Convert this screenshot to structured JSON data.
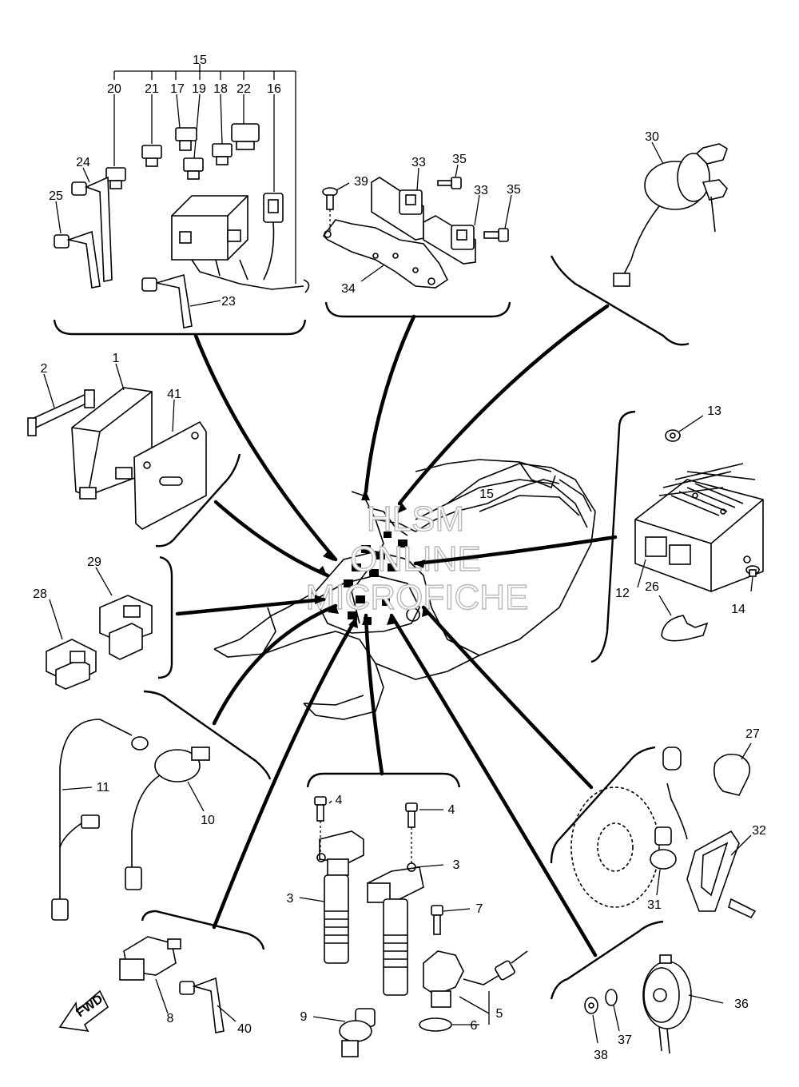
{
  "watermark": [
    "HLSM",
    "ONLINE",
    "MICROFICHE"
  ],
  "fwd_label": "FWD",
  "callouts": {
    "c1": "1",
    "c2": "2",
    "c3a": "3",
    "c3b": "3",
    "c4a": "4",
    "c4b": "4",
    "c5": "5",
    "c6": "6",
    "c7": "7",
    "c8": "8",
    "c9": "9",
    "c10": "10",
    "c11": "11",
    "c12": "12",
    "c13": "13",
    "c14": "14",
    "c15a": "15",
    "c15b": "15",
    "c16": "16",
    "c17": "17",
    "c18": "18",
    "c19": "19",
    "c20": "20",
    "c21": "21",
    "c22": "22",
    "c23": "23",
    "c24": "24",
    "c25": "25",
    "c26": "26",
    "c27": "27",
    "c28": "28",
    "c29": "29",
    "c30": "30",
    "c31": "31",
    "c32": "32",
    "c33a": "33",
    "c33b": "33",
    "c34": "34",
    "c35a": "35",
    "c35b": "35",
    "c36": "36",
    "c37": "37",
    "c38": "38",
    "c39": "39",
    "c40": "40",
    "c41": "41"
  }
}
